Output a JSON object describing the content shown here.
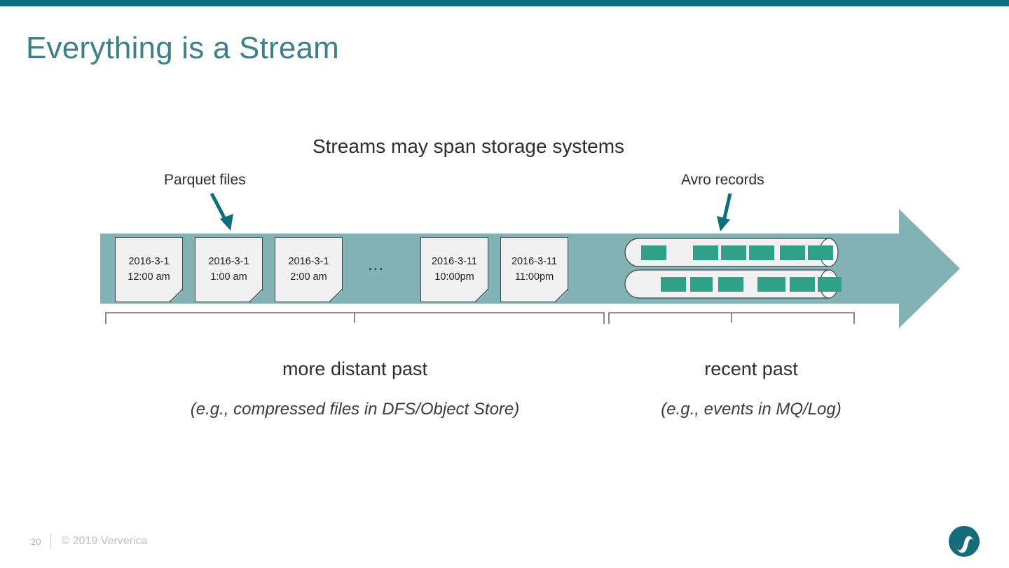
{
  "slide": {
    "title": "Everything is a Stream",
    "section_heading": "Streams may span storage systems",
    "accent_color": "#0a6e80",
    "title_color": "#3f7f88",
    "band_color": "#82b2b4",
    "record_color": "#2fa189"
  },
  "callouts": {
    "left": {
      "label": "Parquet files",
      "icon": "down-right-arrow-icon"
    },
    "right": {
      "label": "Avro records",
      "icon": "down-arrow-icon"
    }
  },
  "timeline": {
    "ellipsis": "...",
    "files": [
      {
        "date": "2016-3-1",
        "time": "12:00 am"
      },
      {
        "date": "2016-3-1",
        "time": "1:00 am"
      },
      {
        "date": "2016-3-1",
        "time": "2:00 am"
      },
      {
        "date": "2016-3-11",
        "time": "10:00pm"
      },
      {
        "date": "2016-3-11",
        "time": "11:00pm"
      }
    ],
    "cylinders": [
      {
        "name": "avro-log-top",
        "records": [
          24,
          98,
          138,
          178,
          222,
          262
        ]
      },
      {
        "name": "avro-log-bottom",
        "records": [
          10,
          52,
          98,
          160,
          204,
          246
        ]
      }
    ]
  },
  "regions": [
    {
      "title": "more distant past",
      "subtitle": "(e.g., compressed files in DFS/Object Store)"
    },
    {
      "title": "recent past",
      "subtitle": "(e.g., events in MQ/Log)"
    }
  ],
  "footer": {
    "page_number": "20",
    "copyright": "© 2019 Ververica",
    "logo": "ververica-logo-icon"
  }
}
